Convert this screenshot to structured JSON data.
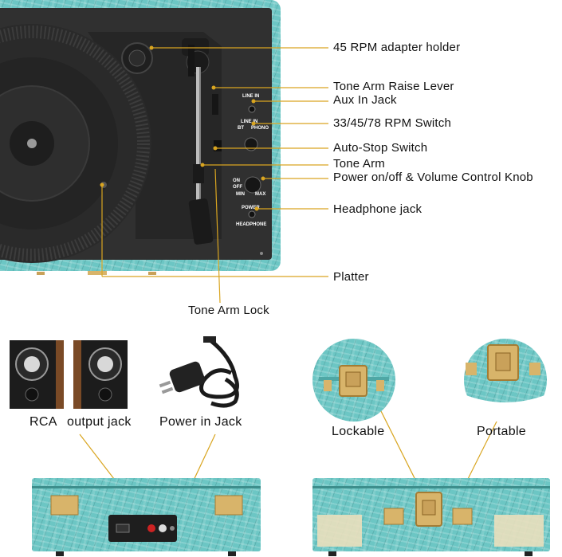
{
  "labels": {
    "adapter_holder": "45 RPM adapter holder",
    "raise_lever": "Tone Arm Raise Lever",
    "aux_in": "Aux In Jack",
    "rpm_switch": "33/45/78 RPM Switch",
    "auto_stop": "Auto-Stop Switch",
    "tone_arm": "Tone Arm",
    "power_volume": "Power on/off & Volume Control Knob",
    "headphone_jack": "Headphone jack",
    "platter": "Platter",
    "tone_arm_lock": "Tone Arm Lock",
    "rca": "RCA",
    "output_jack": "output jack",
    "power_in": "Power in Jack",
    "lockable": "Lockable",
    "portable": "Portable"
  },
  "panel": {
    "line_in_top": "LINE IN",
    "line_in_switch": "LINE IN",
    "bt": "BT",
    "phono": "PHONO",
    "on": "ON",
    "off": "OFF",
    "min": "MIN",
    "max": "MAX",
    "power": "POWER",
    "headphone": "HEADPHONE"
  },
  "colors": {
    "leader": "#d9a520",
    "case_teal": "#6cc6c4",
    "deck_dark": "#2f2f2f",
    "brass": "#d8b46a"
  }
}
